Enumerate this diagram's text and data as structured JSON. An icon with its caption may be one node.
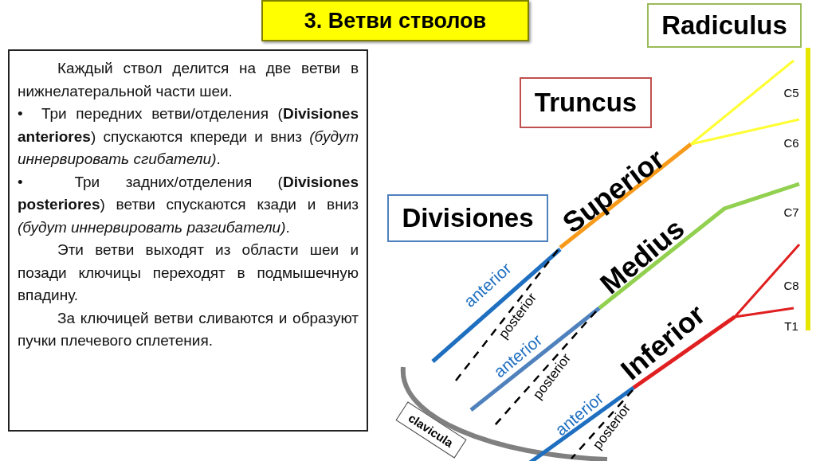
{
  "diagram": {
    "title": "3. Ветви стволов",
    "nodes": [
      {
        "text": [
          "Radiculus"
        ]
      },
      {
        "text": [
          "Каждый ствол делится на две ветви в нижнелатеральной части шеи.",
          "•  Три передних ветви/отделения (**Divisiones anteriores**) спускаются кпереди и вниз *(будут иннервировать сгибатели)*.",
          "•  Три задних/отделения (**Divisiones posteriores**) ветви спускаются кзади и вниз *(будут иннервировать разгибатели)*.",
          "Эти ветви выходят из области шеи и позади ключицы переходят в подмышечную впадину.",
          "За ключицей ветви сливаются и образуют пучки плечевого сплетения."
        ]
      },
      {
        "text": [
          "Truncus"
        ]
      },
      {
        "text": [
          "Divisiones"
        ]
      },
      {
        "text": [
          "clavicula"
        ]
      }
    ],
    "labels": [
      "C5",
      "C6",
      "Superior",
      "C7",
      "Medius",
      "anterior",
      "posterior",
      "C8",
      "T1",
      "Inferior",
      "anterior",
      "posterior",
      "anterior",
      "posterior"
    ]
  }
}
